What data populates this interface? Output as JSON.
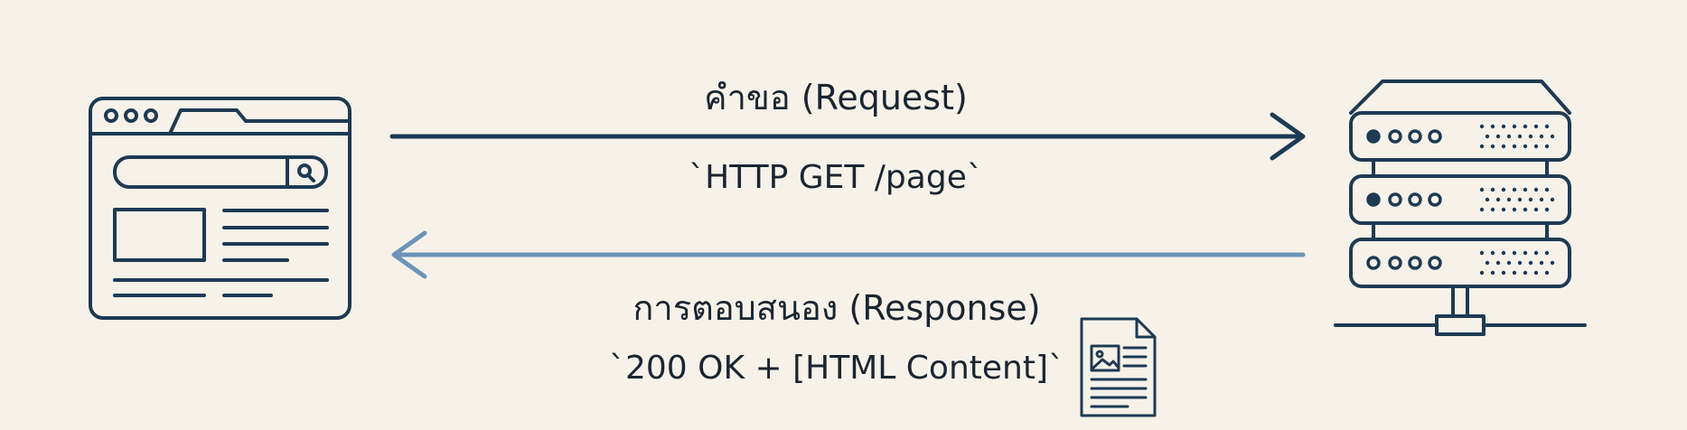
{
  "request": {
    "label": "คำขอ (Request)",
    "code": "`HTTP GET /page`"
  },
  "response": {
    "label": "การตอบสนอง (Response)",
    "code": "`200 OK + [HTML Content]`"
  },
  "colors": {
    "background": "#f6f2ea",
    "request_arrow": "#1d3a55",
    "response_arrow": "#6e93b8",
    "icon_stroke": "#1f3a52",
    "text": "#1a2530"
  },
  "icons": {
    "client": "browser-window-icon",
    "server": "server-rack-icon",
    "document": "html-document-icon"
  }
}
